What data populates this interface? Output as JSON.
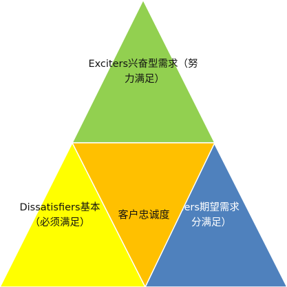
{
  "diagram": {
    "top": {
      "line1": "Exciters兴奋型需求（努",
      "line2": "力满足）",
      "color": "#92D050"
    },
    "left": {
      "line1": "Dissatisfiers基本",
      "line2": "（必须满足）",
      "color": "#FFFF00"
    },
    "right": {
      "line1": "Satisfiers期望需求",
      "line2": "分满足）",
      "color": "#4F81BD"
    },
    "center": {
      "label": "客户忠诚度",
      "color": "#FFC000"
    },
    "stroke_color": "#ffffff"
  }
}
